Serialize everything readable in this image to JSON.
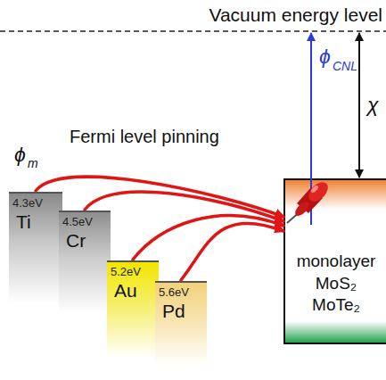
{
  "diagram": {
    "nodes": [
      {
        "text": [
          "4.3eV",
          "Ti"
        ]
      },
      {
        "text": [
          "4.5eV",
          "Cr"
        ]
      },
      {
        "text": [
          "5.2eV",
          "Au"
        ]
      },
      {
        "text": [
          "5.6eV",
          "Pd"
        ]
      },
      {
        "text": [
          "monolayer MoS₂ MoTe₂"
        ]
      }
    ],
    "edges": [
      {
        "from": 0,
        "to": 4,
        "arrow": "to"
      },
      {
        "from": 1,
        "to": 4,
        "arrow": "to"
      },
      {
        "from": 2,
        "to": 4,
        "arrow": "to"
      },
      {
        "from": 3,
        "to": 4,
        "arrow": "to"
      }
    ],
    "labels": [
      "Vacuum energy level",
      "ϕ",
      "CNL",
      "χ",
      "Fermi level pinning",
      "ϕ",
      "m"
    ]
  }
}
